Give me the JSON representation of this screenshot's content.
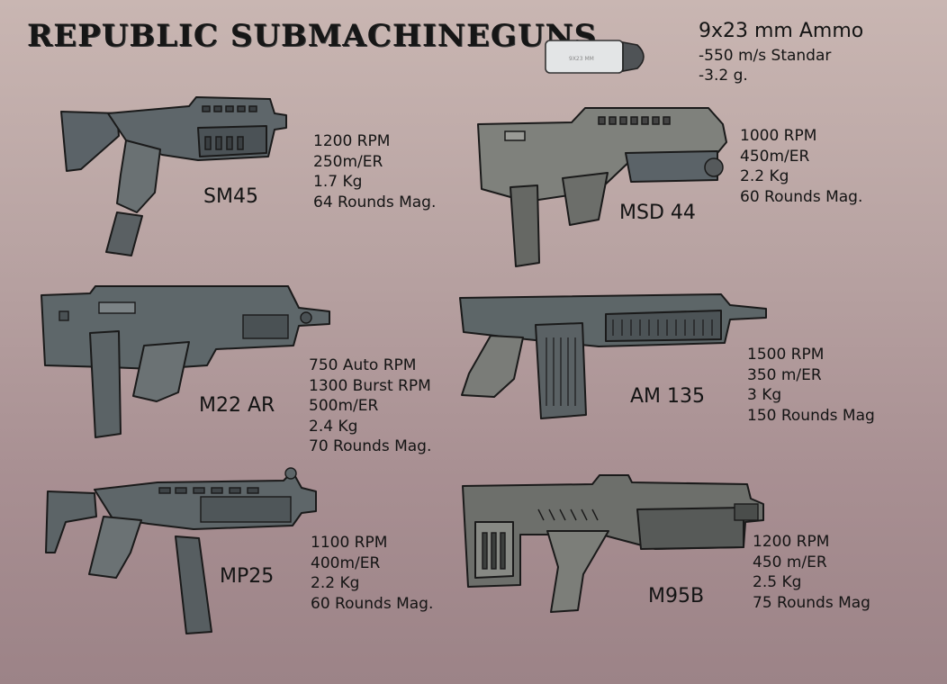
{
  "title": "REPUBLIC SUBMACHINEGUNS",
  "ammo": {
    "title": "9x23 mm Ammo",
    "lines": [
      "-550 m/s Standar",
      "-3.2 g."
    ],
    "casing_marking": "9X23 MM"
  },
  "weapons": [
    {
      "name": "SM45",
      "stats": [
        "1200 RPM",
        "250m/ER",
        "1.7 Kg",
        "64 Rounds Mag."
      ]
    },
    {
      "name": "MSD 44",
      "stats": [
        "1000 RPM",
        "450m/ER",
        "2.2 Kg",
        "60 Rounds Mag."
      ]
    },
    {
      "name": "M22 AR",
      "stats": [
        "750 Auto RPM",
        "1300 Burst RPM",
        "500m/ER",
        "2.4 Kg",
        "70 Rounds Mag."
      ]
    },
    {
      "name": "AM 135",
      "stats": [
        "1500 RPM",
        "350 m/ER",
        "3 Kg",
        "150 Rounds Mag"
      ]
    },
    {
      "name": "MP25",
      "stats": [
        "1100 RPM",
        "400m/ER",
        "2.2 Kg",
        "60 Rounds Mag."
      ]
    },
    {
      "name": "M95B",
      "stats": [
        "1200 RPM",
        "450 m/ER",
        "2.5 Kg",
        "75 Rounds Mag"
      ]
    }
  ],
  "colors": {
    "background": "#b9a4a3",
    "gun_dark": "#5b6368",
    "gun_light": "#7f817c",
    "outline": "#1a1a1a"
  }
}
